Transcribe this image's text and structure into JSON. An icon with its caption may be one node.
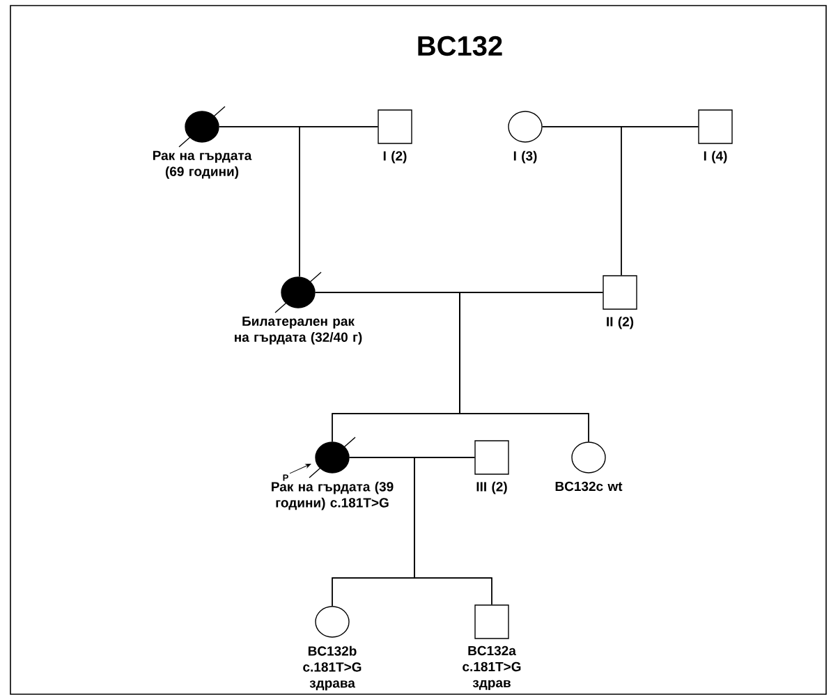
{
  "diagram": {
    "title": "BC132",
    "nodes": [
      {
        "text": [
          "Рак на гърдата (69 години)"
        ]
      },
      {
        "text": [
          "I (2)"
        ]
      },
      {
        "text": [
          "I (3)"
        ]
      },
      {
        "text": [
          "I (4)"
        ]
      },
      {
        "text": [
          "Билатерален рак на гърдата (32/40 г)"
        ]
      },
      {
        "text": [
          "II (2)"
        ]
      },
      {
        "text": [
          "Рак на гърдата (39 години) c.181T>G"
        ]
      },
      {
        "text": [
          "III (2)"
        ]
      },
      {
        "text": [
          "BC132c wt"
        ]
      },
      {
        "text": [
          "BC132b c.181T>G здрава"
        ]
      },
      {
        "text": [
          "BC132a c.181T>G здрав"
        ]
      },
      {
        "text": [
          "P"
        ]
      }
    ],
    "edges": [
      {
        "from": 0,
        "to": 1,
        "arrow": "none"
      },
      {
        "from": 0,
        "to": 4,
        "arrow": "none"
      },
      {
        "from": 1,
        "to": 4,
        "arrow": "none"
      },
      {
        "from": 2,
        "to": 3,
        "arrow": "none"
      },
      {
        "from": 2,
        "to": 5,
        "arrow": "none"
      },
      {
        "from": 3,
        "to": 5,
        "arrow": "none"
      },
      {
        "from": 4,
        "to": 5,
        "arrow": "none"
      },
      {
        "from": 4,
        "to": 6,
        "arrow": "none"
      },
      {
        "from": 5,
        "to": 6,
        "arrow": "none"
      },
      {
        "from": 4,
        "to": 8,
        "arrow": "none"
      },
      {
        "from": 5,
        "to": 8,
        "arrow": "none"
      },
      {
        "from": 6,
        "to": 7,
        "arrow": "none"
      },
      {
        "from": 6,
        "to": 9,
        "arrow": "none"
      },
      {
        "from": 7,
        "to": 9,
        "arrow": "none"
      },
      {
        "from": 6,
        "to": 10,
        "arrow": "none"
      },
      {
        "from": 7,
        "to": 10,
        "arrow": "none"
      },
      {
        "from": 11,
        "to": 6,
        "arrow": "to"
      }
    ]
  }
}
